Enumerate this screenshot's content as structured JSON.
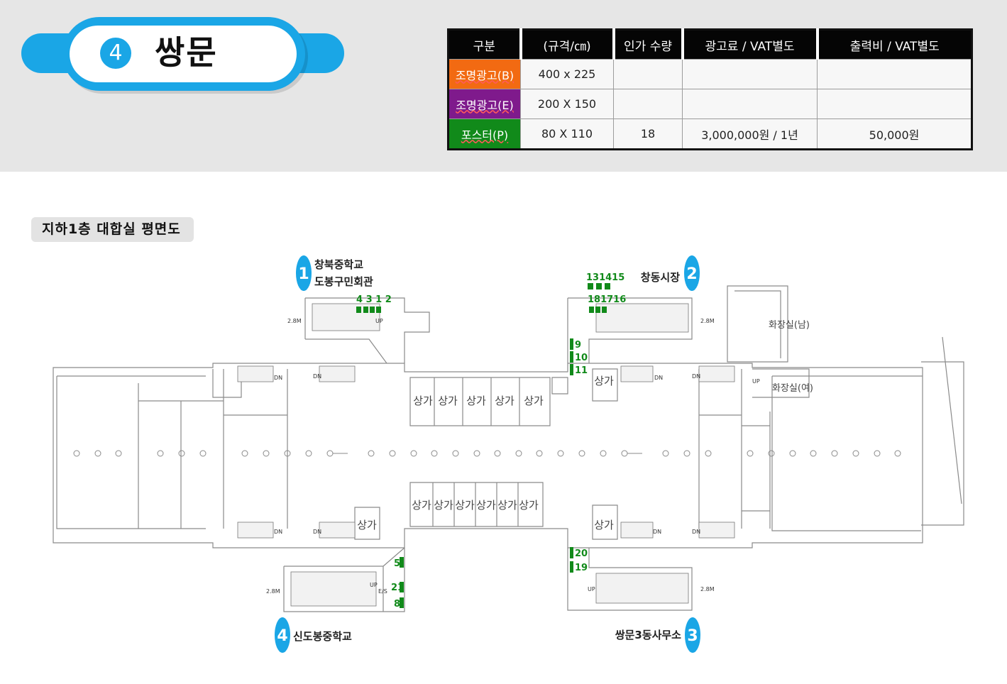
{
  "station": {
    "number": "4",
    "name": "쌍문"
  },
  "price_table": {
    "headers": [
      "구분",
      "(규격/㎝)",
      "인가 수량",
      "광고료 / VAT별도",
      "출력비 / VAT별도"
    ],
    "rows": [
      {
        "category": "조명광고(B)",
        "color": "#f26a12",
        "size": "400 x 225",
        "qty": "",
        "fee": "",
        "print": ""
      },
      {
        "category": "조명광고(E)",
        "color": "#7f1a8c",
        "size": "200 X 150",
        "qty": "",
        "fee": "",
        "print": ""
      },
      {
        "category": "포스터(P)",
        "color": "#118a1a",
        "size": "80 X 110",
        "qty": "18",
        "fee": "3,000,000원 / 1년",
        "print": "50,000원"
      }
    ]
  },
  "floor_label": "지하1층 대합실 평면도",
  "exits": [
    {
      "number": "1",
      "line1": "창북중학교",
      "line2": "도봉구민회관"
    },
    {
      "number": "2",
      "line1": "창동시장",
      "line2": ""
    },
    {
      "number": "3",
      "line1": "쌍문3동사무소",
      "line2": ""
    },
    {
      "number": "4",
      "line1": "신도봉중학교",
      "line2": ""
    }
  ],
  "poster_labels": {
    "exit1": "4 3 1 2",
    "exit2_top": "131415",
    "exit2_bottom": "181716",
    "mid_top": [
      "9",
      "10",
      "11"
    ],
    "mid_bottom": [
      "20",
      "19"
    ],
    "exit4": [
      "5",
      "21",
      "8"
    ]
  },
  "room_labels": {
    "shop": "상가",
    "restroom_m": "화장실(남)",
    "restroom_f": "화장실(여)"
  },
  "stair_labels": {
    "height": "2.8M",
    "up": "UP",
    "down": "DN",
    "es": "E/S"
  },
  "colors": {
    "accent": "#1aa6e6",
    "poster": "#118a1a"
  }
}
